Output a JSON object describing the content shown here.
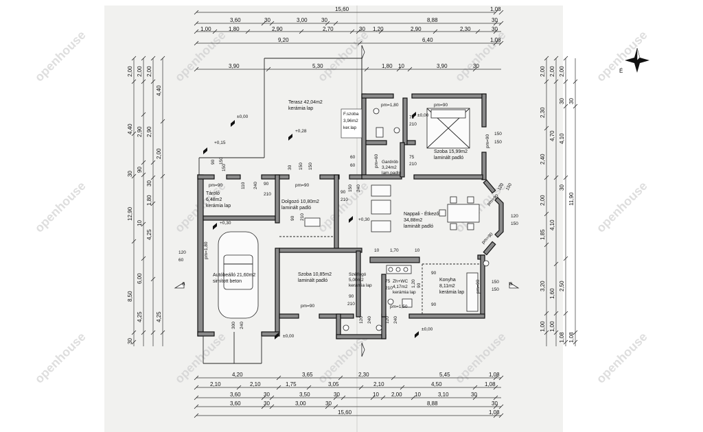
{
  "watermark": "openhouse",
  "north_label": "É",
  "section_mark": "a",
  "dims_top": {
    "row1": [
      "15,60",
      "1,08"
    ],
    "row2": [
      "3,60",
      "30",
      "3,00",
      "30",
      "8,88",
      "30"
    ],
    "row3": [
      "1,00",
      "1,80",
      "2,90",
      "2,70",
      "30",
      "1,20",
      "2,90",
      "2,30",
      "30"
    ],
    "row4": [
      "9,20",
      "6,40",
      "1,08"
    ],
    "row5": [
      "3,90",
      "5,30",
      "1,80",
      "10",
      "3,90",
      "30"
    ]
  },
  "dims_bottom": {
    "row1": [
      "4,20",
      "3,65",
      "2,30",
      "5,45",
      "1,08"
    ],
    "row2": [
      "2,10",
      "2,10",
      "1,75",
      "3,05",
      "2,10",
      "4,50",
      "1,08"
    ],
    "row3": [
      "3,60",
      "30",
      "3,50",
      "30",
      "10",
      "2,00",
      "10",
      "3,10",
      "30"
    ],
    "row4": [
      "3,60",
      "30",
      "3,00",
      "30",
      "8,88",
      "30"
    ],
    "row5": [
      "15,60",
      "1,08"
    ]
  },
  "dims_left": {
    "col1": [
      "2,00",
      "4,40",
      "30",
      "12,90",
      "8,50",
      "30"
    ],
    "col2": [
      "2,00",
      "2,90",
      "90",
      "10",
      "6,00",
      "4,25"
    ],
    "col3": [
      "2,00",
      "2,90",
      "30",
      "1,80",
      "4,25"
    ],
    "col4": [
      "4,40",
      "2,00",
      "4,25"
    ]
  },
  "dims_right": {
    "col1": [
      "2,00",
      "2,30",
      "2,40",
      "2,00",
      "1,85",
      "3,20",
      "1,00"
    ],
    "col2": [
      "2,00",
      "4,70",
      "4,10",
      "1,60",
      "1,00"
    ],
    "col3": [
      "2,00",
      "30",
      "4,10",
      "30",
      "2,50",
      "1,08"
    ],
    "col4": [
      "30",
      "11,90",
      "1,08"
    ]
  },
  "rooms": [
    {
      "name": "Terasz 42,04m2",
      "floor": "kerámia lap"
    },
    {
      "name": "F.szoba",
      "area": "3,96m2",
      "floor": "ker.lap"
    },
    {
      "name": "Szoba 15,99m2",
      "floor": "laminált padló"
    },
    {
      "name": "Gardrób",
      "area": "3,24m2",
      "floor": "lam.padló"
    },
    {
      "name": "Tároló",
      "area": "6,48m2",
      "floor": "kerámia lap"
    },
    {
      "name": "Dolgozó 10,80m2",
      "floor": "laminált padló"
    },
    {
      "name": "Nappali - Étkező",
      "area": "34,88m2",
      "floor": "laminált padló"
    },
    {
      "name": "Autóbeálló 21,60m2",
      "floor": "simított beton"
    },
    {
      "name": "Szoba 10,85m2",
      "floor": "laminált padló"
    },
    {
      "name": "Szélfogó",
      "area": "5,00m2",
      "floor": "kerámia lap"
    },
    {
      "name": "Zh+WC",
      "area": "4,17m2",
      "floor": "kerámia lap"
    },
    {
      "name": "Konyha",
      "area": "8,11m2",
      "floor": "kerámia lap"
    }
  ],
  "levels": [
    "±0,00",
    "+0,28",
    "+0,15",
    "+0,30",
    "+0,30",
    "±0,00",
    "±0,00",
    "±0,00"
  ],
  "openings": [
    "pm=1,80",
    "75",
    "210",
    "pm=90",
    "75",
    "210",
    "150",
    "150",
    "pm=90",
    "60",
    "60",
    "pm=60",
    "120",
    "150",
    "90",
    "150",
    "110",
    "240",
    "pm=90",
    "90",
    "210",
    "30",
    "150",
    "150",
    "pm=90",
    "90",
    "210",
    "150",
    "240",
    "pm=1,80",
    "120",
    "60",
    "90",
    "210",
    "pm=90",
    "90",
    "210",
    "120",
    "240",
    "120",
    "240",
    "75",
    "210",
    "pm=1,50",
    "150",
    "150",
    "pm=90",
    "120",
    "150",
    "pm=90",
    "pm=90",
    "10",
    "1,70",
    "10",
    "1,20",
    "90",
    "90",
    "90",
    "300",
    "240",
    "150"
  ]
}
